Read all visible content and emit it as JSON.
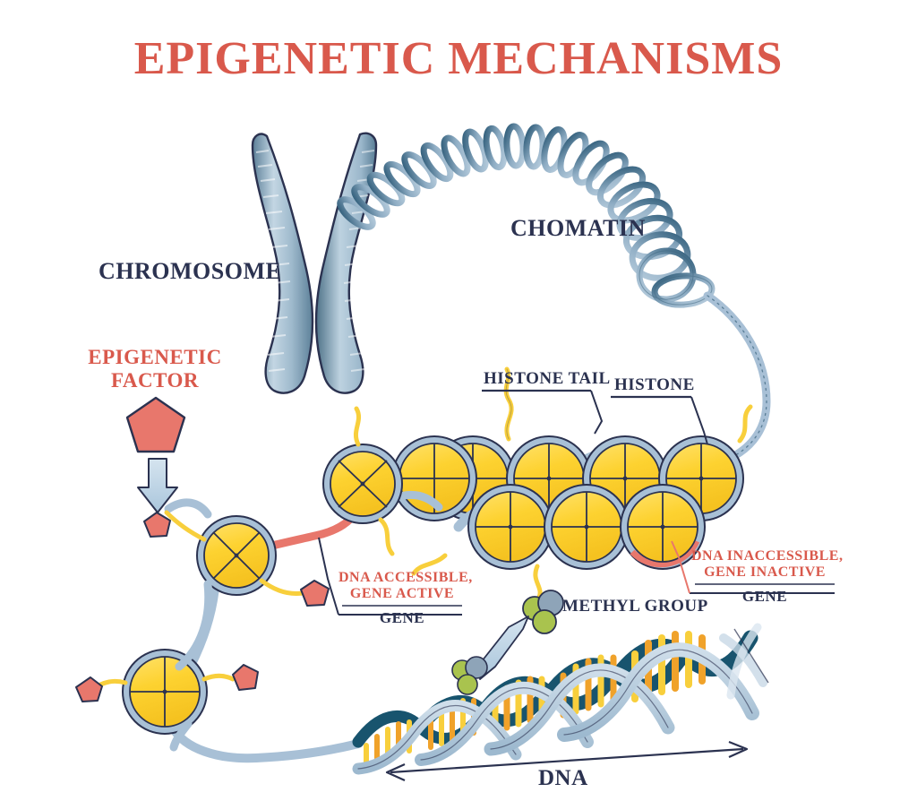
{
  "title": "EPIGENETIC MECHANISMS",
  "colors": {
    "title_red": "#d9594c",
    "label_navy": "#2b3250",
    "histone_yellow": "#fcd22e",
    "histone_yellow_light": "#ffe066",
    "dna_strand_blue": "#a8c0d6",
    "dna_strand_dark": "#1d4b63",
    "helix_back_teal": "#18546e",
    "base_orange": "#f0a22a",
    "base_yellow": "#f8cf3c",
    "factor_pink": "#e8776c",
    "methyl_green": "#a9c34e",
    "methyl_gray": "#8ea4b8",
    "arrow_blue": "#bfd4e4",
    "outline_navy": "#2b3250",
    "accessible_red": "#e8776c",
    "background": "#ffffff"
  },
  "labels": {
    "chromosome": "CHROMOSOME",
    "chromatin": "CHOMATIN",
    "epigenetic_factor_line1": "EPIGENETIC",
    "epigenetic_factor_line2": "FACTOR",
    "histone_tail": "HISTONE TAIL",
    "histone": "HISTONE",
    "dna_accessible_line1": "DNA ACCESSIBLE,",
    "dna_accessible_line2": "GENE ACTIVE",
    "gene_active": "GENE",
    "dna_inaccessible_line1": "DNA INACCESSIBLE,",
    "dna_inaccessible_line2": "GENE INACTIVE",
    "gene_inactive": "GENE",
    "methyl_group": "METHYL GROUP",
    "dna": "DNA"
  },
  "icons": {
    "chromosome": "chromosome-x-icon",
    "chromatin_coil": "chromatin-coil-icon",
    "nucleosome": "nucleosome-icon",
    "epigenetic_factor": "pentagon-factor-icon",
    "methyl_group": "methyl-molecule-icon",
    "down_arrow": "down-arrow-icon",
    "dna_helix": "dna-double-helix-icon",
    "dna_span_arrow": "double-headed-arrow-icon"
  }
}
